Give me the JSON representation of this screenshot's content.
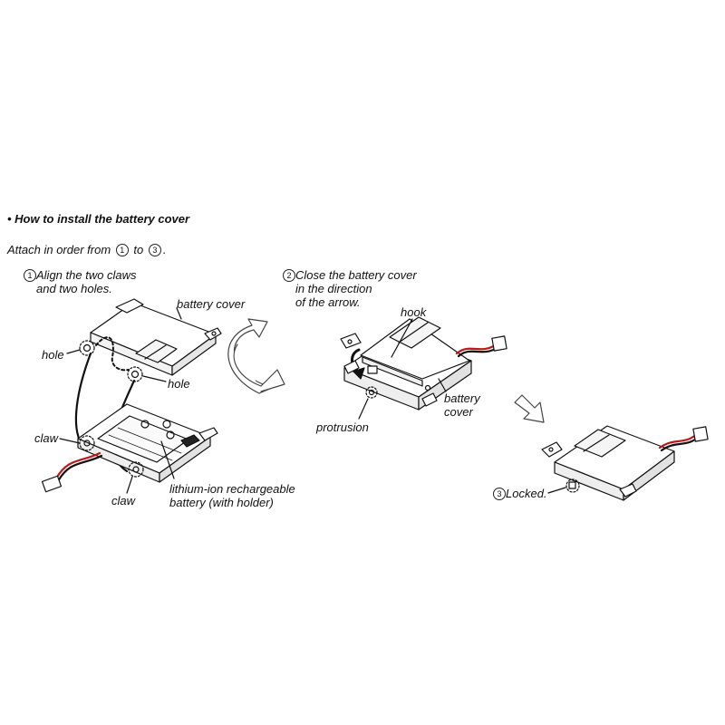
{
  "heading": "• How to install the battery cover",
  "intro": {
    "prefix": "Attach in order from",
    "from": "1",
    "mid": "to",
    "to": "3",
    "suffix": "."
  },
  "steps": [
    {
      "num": "1",
      "line1": "Align the two claws",
      "line2": "and two holes."
    },
    {
      "num": "2",
      "line1": "Close the battery cover",
      "line2": "in the direction",
      "line3": "of the arrow."
    },
    {
      "num": "3",
      "text": "Locked."
    }
  ],
  "labels": {
    "battery_cover_1": "battery cover",
    "hole_left": "hole",
    "hole_right": "hole",
    "claw_left": "claw",
    "claw_bottom": "claw",
    "battery_line1": "lithium-ion rechargeable",
    "battery_line2": "battery (with holder)",
    "hook": "hook",
    "battery_cover_2a": "battery",
    "battery_cover_2b": "cover",
    "protrusion": "protrusion"
  }
}
